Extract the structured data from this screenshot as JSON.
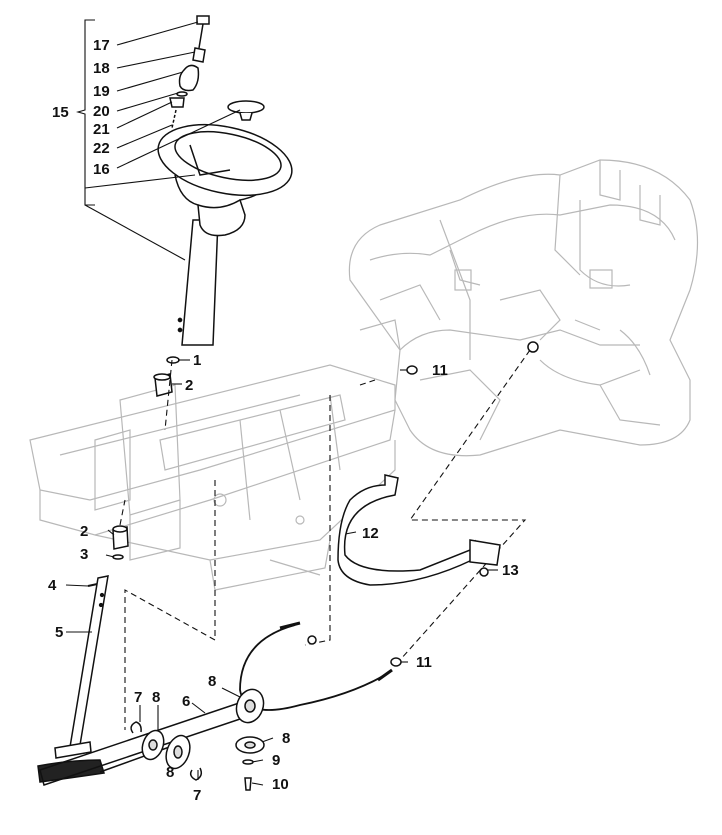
{
  "callouts": [
    {
      "id": "c17",
      "label": "17"
    },
    {
      "id": "c18",
      "label": "18"
    },
    {
      "id": "c19",
      "label": "19"
    },
    {
      "id": "c20",
      "label": "20"
    },
    {
      "id": "c21",
      "label": "21"
    },
    {
      "id": "c22",
      "label": "22"
    },
    {
      "id": "c15",
      "label": "15"
    },
    {
      "id": "c16",
      "label": "16"
    },
    {
      "id": "c1",
      "label": "1"
    },
    {
      "id": "c2a",
      "label": "2"
    },
    {
      "id": "c11a",
      "label": "11"
    },
    {
      "id": "c2b",
      "label": "2"
    },
    {
      "id": "c3",
      "label": "3"
    },
    {
      "id": "c4",
      "label": "4"
    },
    {
      "id": "c5",
      "label": "5"
    },
    {
      "id": "c12",
      "label": "12"
    },
    {
      "id": "c13",
      "label": "13"
    },
    {
      "id": "c11b",
      "label": "11"
    },
    {
      "id": "c8a",
      "label": "8"
    },
    {
      "id": "c6",
      "label": "6"
    },
    {
      "id": "c7a",
      "label": "7"
    },
    {
      "id": "c8b",
      "label": "8"
    },
    {
      "id": "c8c",
      "label": "8"
    },
    {
      "id": "c9",
      "label": "9"
    },
    {
      "id": "c10",
      "label": "10"
    },
    {
      "id": "c8d",
      "label": "8"
    },
    {
      "id": "c7b",
      "label": "7"
    }
  ],
  "colors": {
    "line": "#111111",
    "ghost": "#b8b8b8",
    "fill": "#ffffff"
  }
}
